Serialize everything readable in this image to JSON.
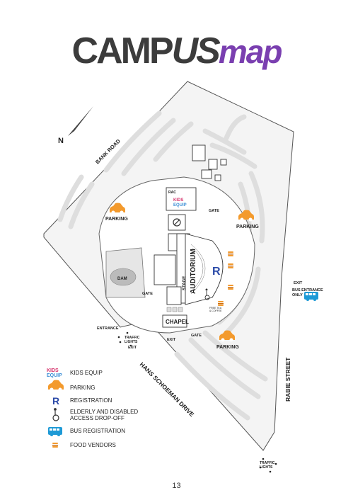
{
  "title": {
    "part1": "CAMP",
    "part2": "US",
    "part3": "map"
  },
  "north": "N",
  "roads": {
    "bank": "BANK ROAD",
    "hans": "HANS SCHOEMAN DRIVE",
    "rabie": "RABIE STREET"
  },
  "labels": {
    "parking": "PARKING",
    "dam": "DAM",
    "gate": "GATE",
    "entrance": "ENTRANCE",
    "exit": "EXIT",
    "traffic_lights_1": "TRAFFIC",
    "traffic_lights_2": "LIGHTS",
    "bus_entrance_1": "BUS ENTRANCE",
    "bus_entrance_2": "ONLY",
    "auditorium": "AUDITORIUM",
    "stage": "STAGE",
    "chapel": "CHAPEL",
    "rac": "RAC",
    "registration_letter": "R",
    "kids_logo_1": "KIDS",
    "kids_logo_2": "EQUIP",
    "free_tea_1": "FREE TEA",
    "free_tea_2": "& COFFEE"
  },
  "legend": [
    {
      "icon": "kids-equip-icon",
      "label": "KIDS EQUIP"
    },
    {
      "icon": "car-icon",
      "label": "PARKING"
    },
    {
      "icon": "registration-icon",
      "label": "REGISTRATION"
    },
    {
      "icon": "wheelchair-icon",
      "label": "ELDERLY AND DISABLED",
      "label2": "ACCESS DROP-OFF"
    },
    {
      "icon": "bus-icon",
      "label": "BUS REGISTRATION"
    },
    {
      "icon": "food-icon",
      "label": "FOOD VENDORS"
    }
  ],
  "colors": {
    "title_dark": "#3c3c3c",
    "title_purple": "#7a3fb0",
    "parking_orange": "#f39a2d",
    "bus_blue": "#1e9ad6",
    "registration_blue": "#2b4aa8"
  },
  "page_number": "13"
}
